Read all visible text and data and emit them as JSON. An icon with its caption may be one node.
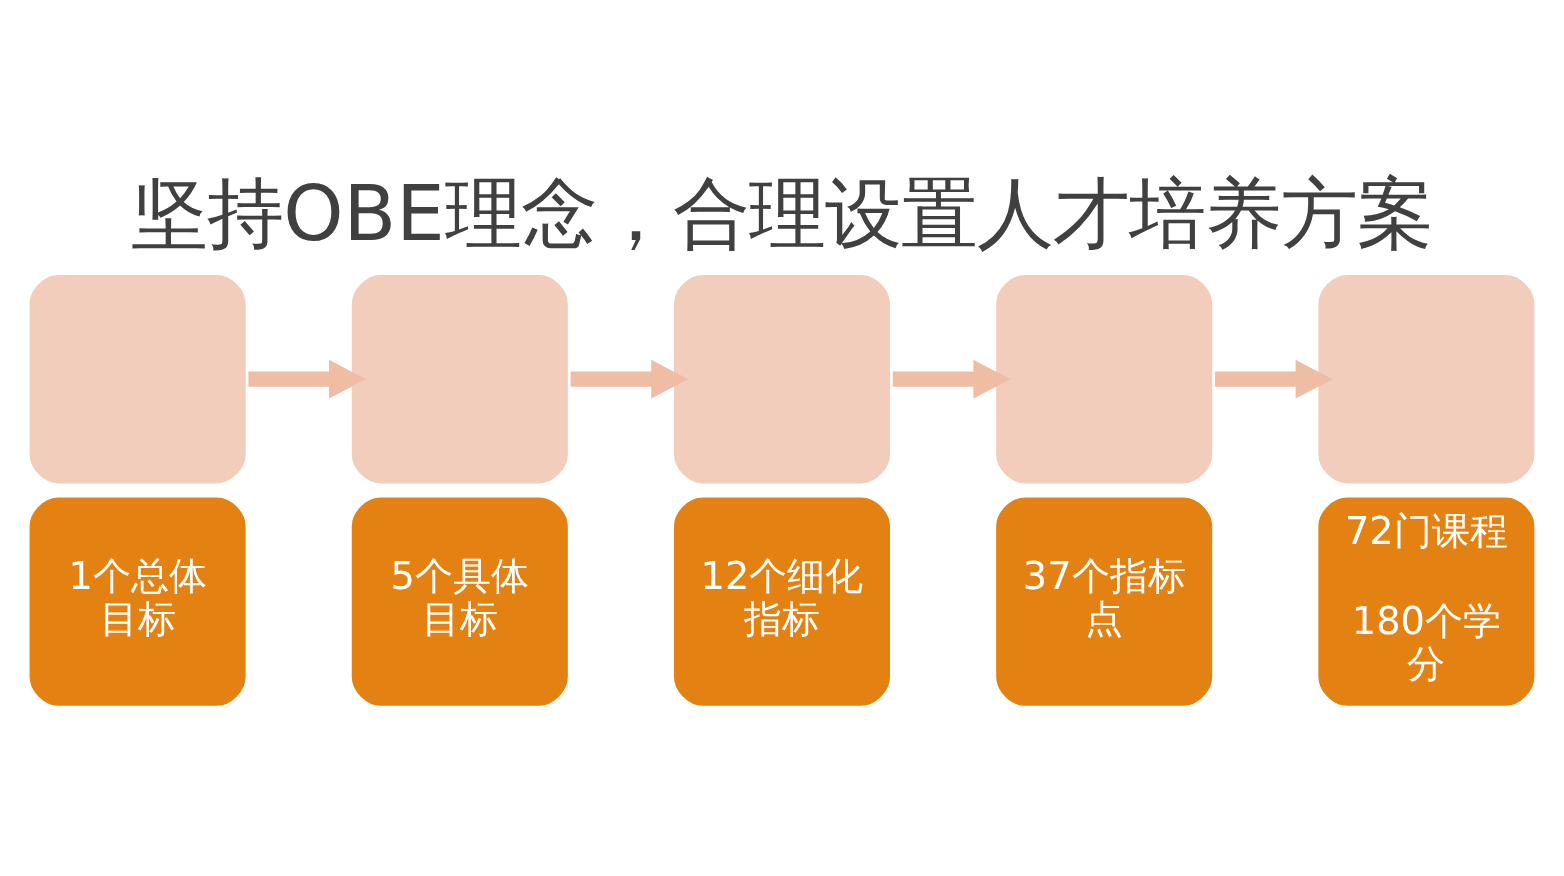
{
  "diagram": {
    "title": "坚持OBE理念，合理设置人才培养方案",
    "nodes": [
      {
        "text": [],
        "shape": "box"
      },
      {
        "text": [
          "1个总体目标"
        ]
      },
      {
        "text": [],
        "shape": "box"
      },
      {
        "text": [
          "5个具体目标"
        ]
      },
      {
        "text": [],
        "shape": "box"
      },
      {
        "text": [
          "12个细化指标"
        ]
      },
      {
        "text": [],
        "shape": "box"
      },
      {
        "text": [
          "37个指标点"
        ]
      },
      {
        "text": [],
        "shape": "box"
      },
      {
        "text": [
          "72门课程",
          "180个学分"
        ]
      }
    ],
    "edges": [
      {
        "from": 0,
        "to": 2,
        "arrow": "to"
      },
      {
        "from": 2,
        "to": 4,
        "arrow": "to"
      },
      {
        "from": 4,
        "to": 6,
        "arrow": "to"
      },
      {
        "from": 6,
        "to": 8,
        "arrow": "to"
      }
    ]
  }
}
